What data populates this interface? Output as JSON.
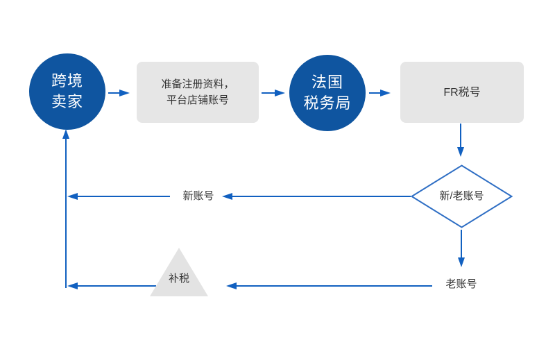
{
  "flowchart": {
    "nodes": {
      "seller": {
        "line1": "跨境",
        "line2": "卖家"
      },
      "prepare": {
        "line1": "准备注册资料，",
        "line2": "平台店铺账号"
      },
      "tax_bureau": {
        "line1": "法国",
        "line2": "税务局"
      },
      "fr_tax_id": {
        "label": "FR税号"
      },
      "decision": {
        "label": "新/老账号"
      },
      "back_tax": {
        "label": "补税"
      }
    },
    "edge_labels": {
      "new_account": "新账号",
      "old_account": "老账号"
    },
    "edges": [
      {
        "from": "seller",
        "to": "prepare"
      },
      {
        "from": "prepare",
        "to": "tax_bureau"
      },
      {
        "from": "tax_bureau",
        "to": "fr_tax_id"
      },
      {
        "from": "fr_tax_id",
        "to": "decision"
      },
      {
        "from": "decision",
        "to": "seller",
        "label": "新账号"
      },
      {
        "from": "decision",
        "to": "old_account_branch",
        "label": "老账号"
      },
      {
        "from": "old_account_branch",
        "to": "back_tax"
      },
      {
        "from": "back_tax",
        "to": "seller"
      }
    ],
    "colors": {
      "node_blue": "#0f55a0",
      "arrow_blue": "#1160c0",
      "diamond_border": "#2e6ec4",
      "box_gray": "#e6e6e6",
      "triangle_gray": "#e3e3e3",
      "text_dark": "#333333",
      "background": "#ffffff"
    }
  }
}
